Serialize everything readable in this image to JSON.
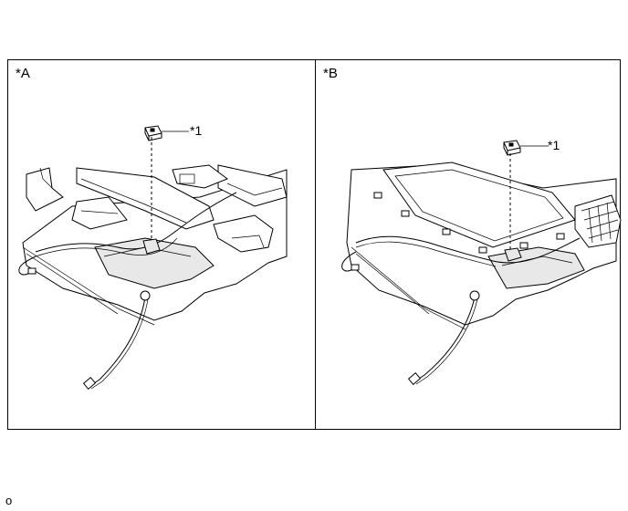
{
  "panels": [
    {
      "label": "*A",
      "callout": "*1"
    },
    {
      "label": "*B",
      "callout": "*1"
    }
  ],
  "footer": {
    "code": "o"
  }
}
